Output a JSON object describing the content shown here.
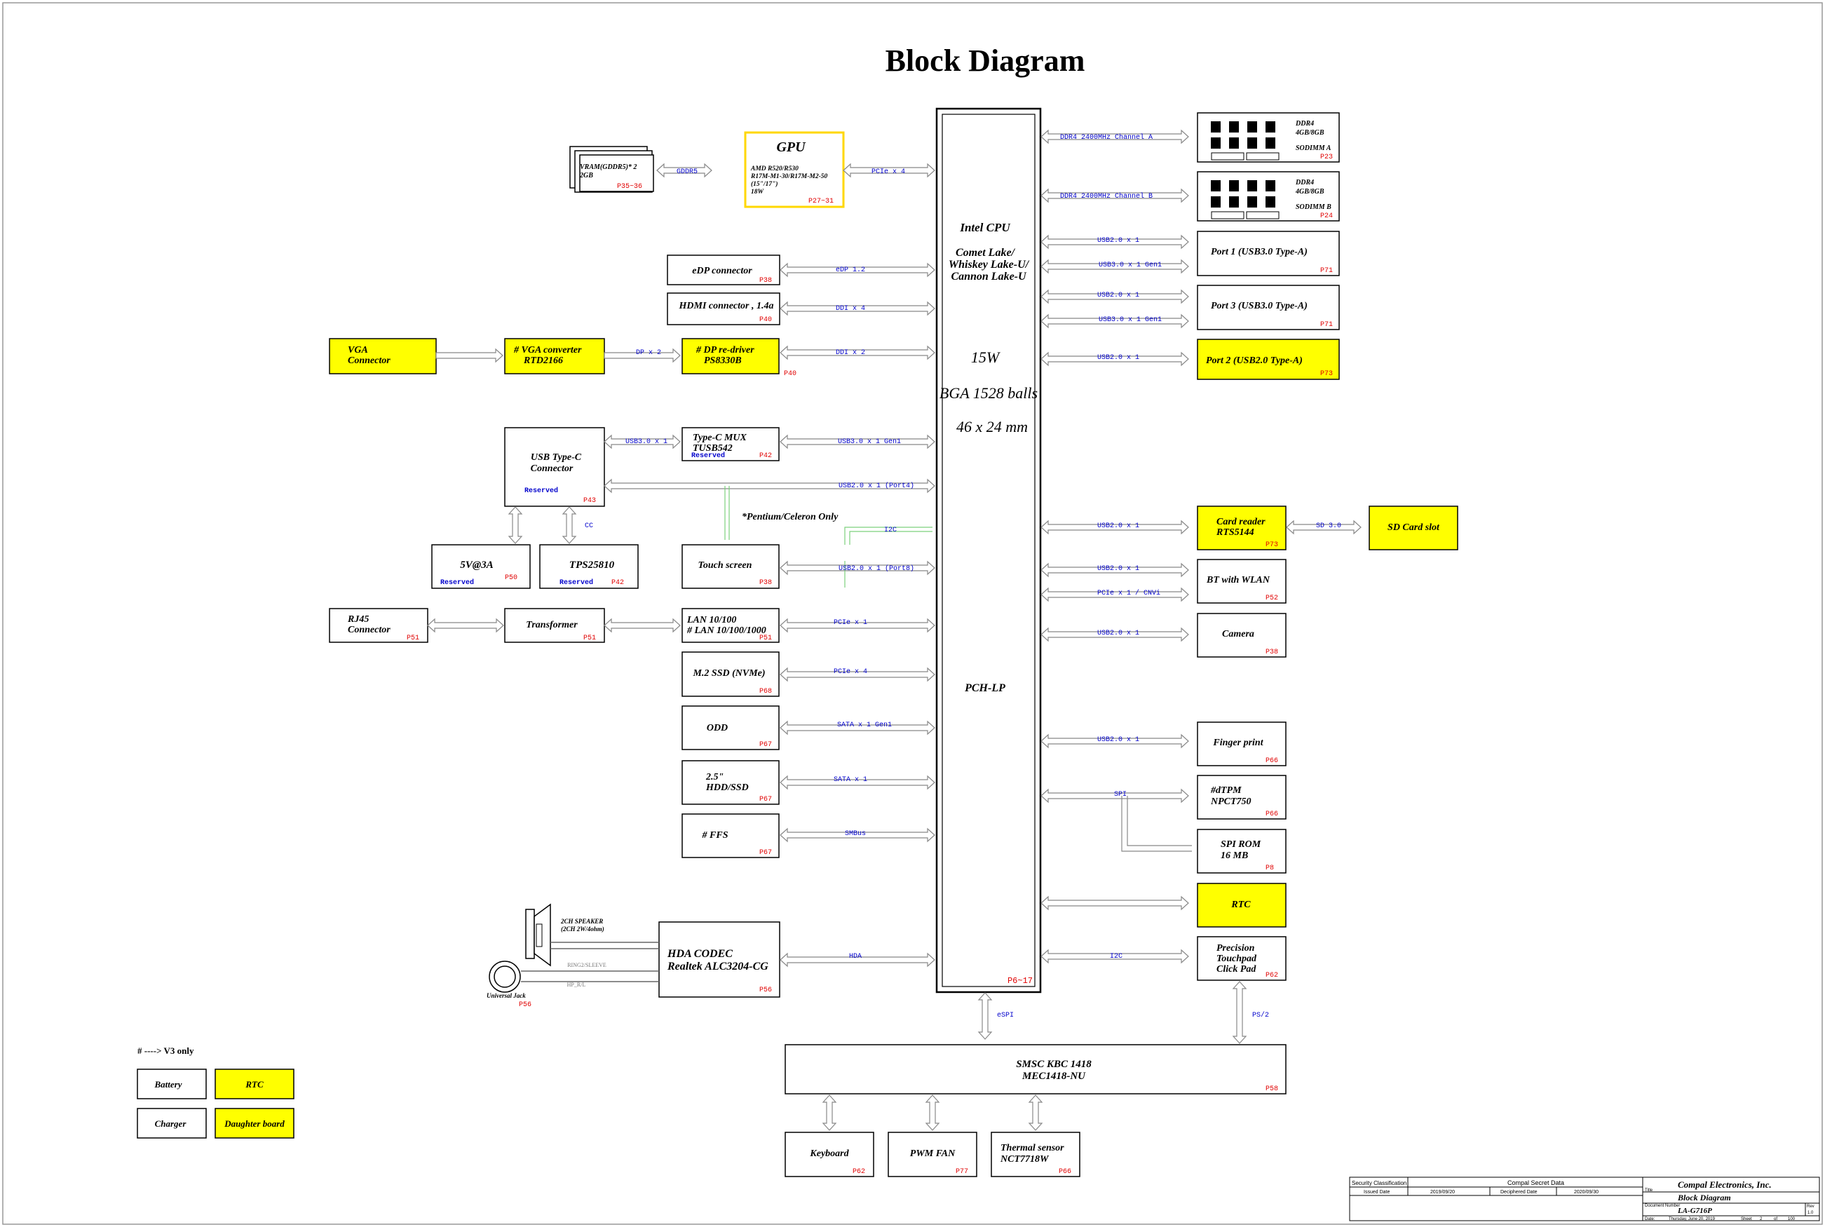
{
  "title": "Block Diagram",
  "cpu": {
    "name": "Intel CPU",
    "families": [
      "Comet Lake/",
      "Whiskey Lake-U/",
      "Cannon Lake-U"
    ],
    "tdp": "15W",
    "package": "BGA 1528 balls",
    "size": "46 x 24 mm",
    "pch": "PCH-LP",
    "page": "P6~17"
  },
  "gpu": {
    "title": "GPU",
    "lines": [
      "AMD R520/R530",
      "R17M-M1-30/R17M-M2-50",
      "(15\"/17\")",
      "18W"
    ],
    "page": "P27~31"
  },
  "vram": {
    "lines": [
      "VRAM(GDDR5)* 2",
      "2GB"
    ],
    "page": "P35~36"
  },
  "blocks": {
    "edp": {
      "label": "eDP connector",
      "page": "P38"
    },
    "hdmi": {
      "label": "HDMI connector , 1.4a",
      "page": "P40"
    },
    "vga_conn": {
      "lines": [
        "VGA",
        "Connector"
      ]
    },
    "vga_conv": {
      "lines": [
        "# VGA converter",
        "RTD2166"
      ]
    },
    "dp_redriver": {
      "lines": [
        "# DP re-driver",
        "PS8330B"
      ],
      "page": "P40"
    },
    "usbc": {
      "lines": [
        "USB Type-C",
        "Connector"
      ],
      "reserved": "Reserved",
      "page": "P43"
    },
    "typec_mux": {
      "lines": [
        "Type-C MUX",
        "TUSB542"
      ],
      "reserved": "Reserved",
      "page": "P42"
    },
    "pwr5v": {
      "label": "5V@3A",
      "reserved": "Reserved",
      "page": "P50"
    },
    "tps": {
      "label": "TPS25810",
      "reserved": "Reserved",
      "page": "P42"
    },
    "touch": {
      "label": "Touch screen",
      "page": "P38"
    },
    "rj45": {
      "lines": [
        "RJ45",
        "Connector"
      ],
      "page": "P51"
    },
    "transformer": {
      "label": "Transformer",
      "page": "P51"
    },
    "lan": {
      "lines": [
        "LAN 10/100",
        "# LAN 10/100/1000"
      ],
      "page": "P51"
    },
    "m2": {
      "label": "M.2 SSD (NVMe)",
      "page": "P68"
    },
    "odd": {
      "label": "ODD",
      "page": "P67"
    },
    "hdd": {
      "lines": [
        "2.5\"",
        "HDD/SSD"
      ],
      "page": "P67"
    },
    "ffs": {
      "label": "# FFS",
      "page": "P67"
    },
    "codec": {
      "lines": [
        "HDA CODEC",
        "Realtek ALC3204-CG"
      ],
      "page": "P56"
    },
    "speaker": {
      "lines": [
        "2CH SPEAKER",
        "(2CH 2W/4ohm)"
      ]
    },
    "jack": {
      "label": "Universal Jack",
      "page": "P56"
    },
    "ddr_a": {
      "lines": [
        "DDR4",
        "4GB/8GB"
      ],
      "slot": "SODIMM A",
      "page": "P23"
    },
    "ddr_b": {
      "lines": [
        "DDR4",
        "4GB/8GB"
      ],
      "slot": "SODIMM B",
      "page": "P24"
    },
    "port1": {
      "label": "Port 1 (USB3.0 Type-A)",
      "page": "P71"
    },
    "port3": {
      "label": "Port 3 (USB3.0 Type-A)",
      "page": "P71"
    },
    "port2": {
      "label": "Port 2 (USB2.0 Type-A)",
      "page": "P73"
    },
    "cardreader": {
      "lines": [
        "Card reader",
        "RTS5144"
      ],
      "page": "P73"
    },
    "sdslot": {
      "label": "SD Card slot"
    },
    "bt": {
      "label": "BT with WLAN",
      "page": "P52"
    },
    "camera": {
      "label": "Camera",
      "page": "P38"
    },
    "finger": {
      "label": "Finger print",
      "page": "P66"
    },
    "dtpm": {
      "lines": [
        "#dTPM",
        "NPCT750"
      ],
      "page": "P66"
    },
    "spirom": {
      "lines": [
        "SPI ROM",
        "16 MB"
      ],
      "page": "P8"
    },
    "rtc": {
      "label": "RTC"
    },
    "touchpad": {
      "lines": [
        "Precision",
        "Touchpad",
        "Click Pad"
      ],
      "page": "P62"
    },
    "kbc": {
      "lines": [
        "SMSC KBC 1418",
        "MEC1418-NU"
      ],
      "page": "P58"
    },
    "keyboard": {
      "label": "Keyboard",
      "page": "P62"
    },
    "fan": {
      "label": "PWM FAN",
      "page": "P77"
    },
    "thermal": {
      "lines": [
        "Thermal sensor",
        "NCT7718W"
      ],
      "page": "P66"
    }
  },
  "buses": {
    "gddr5": "GDDR5",
    "pcie4_gpu": "PCIe x 4",
    "edp": "eDP 1.2",
    "ddi_hdmi": "DDI x 4",
    "dp2": "DP x 2",
    "ddi_dp": "DDI x 2",
    "usb30_mux": "USB3.0 x 1",
    "usb30_gen1": "USB3.0 x 1 Gen1",
    "usb20_port4": "USB2.0 x 1 (Port4)",
    "cc": "CC",
    "i2c_touch": "I2C",
    "usb20_port8": "USB2.0 x 1 (Port8)",
    "pcie1_lan": "PCIe x 1",
    "pcie4_m2": "PCIe x 4",
    "sata_odd": "SATA x 1 Gen1",
    "sata_hdd": "SATA x 1",
    "smbus": "SMBus",
    "hda": "HDA",
    "ringsleeve": "RING2/SLEEVE",
    "hplr": "HP_R/L",
    "ddr_a": "DDR4 2400MHz Channel A",
    "ddr_b": "DDR4 2400MHz Channel B",
    "p1_usb2": "USB2.0 x 1",
    "p1_usb3": "USB3.0 x 1 Gen1",
    "p3_usb2": "USB2.0 x 1",
    "p3_usb3": "USB3.0 x 1 Gen1",
    "p2_usb2": "USB2.0 x 1",
    "card_usb2": "USB2.0 x 1",
    "sd30": "SD 3.0",
    "bt_usb2": "USB2.0 x 1",
    "bt_pcie": "PCIe x 1 / CNVi",
    "cam_usb2": "USB2.0 x 1",
    "fp_usb2": "USB2.0 x 1",
    "spi": "SPI",
    "i2c_tp": "I2C",
    "espi": "eSPI",
    "ps2": "PS/2"
  },
  "notes": {
    "pentium": "*Pentium/Celeron Only",
    "v3only": "# ----> V3 only"
  },
  "legend": [
    {
      "label": "Battery",
      "color": "#ffffff"
    },
    {
      "label": "RTC",
      "color": "#ffff00"
    },
    {
      "label": "Charger",
      "color": "#ffffff"
    },
    {
      "label": "Daughter board",
      "color": "#ffff00"
    }
  ],
  "titleblock": {
    "security_label": "Security Classification",
    "security_value": "Compal Secret Data",
    "issued_label": "Issued Date",
    "issued_value": "2019/09/20",
    "deciphered_label": "Deciphered Date",
    "deciphered_value": "2020/09/30",
    "company": "Compal Electronics, Inc.",
    "title_label": "Title",
    "doc_title": "Block Diagram",
    "docnum_label": "Document Number",
    "docnum": "LA-G716P",
    "rev_label": "Rev",
    "rev": "1.0",
    "date_label": "Date:",
    "date_value": "Thursday, June 20, 2019",
    "sheet_label": "Sheet",
    "sheet": "2",
    "of_label": "of",
    "sheet_total": "100"
  },
  "colors": {
    "highlight": "#ffff00",
    "bus": "#0000cc",
    "page": "#e00000",
    "gpu_border": "#ffd700"
  }
}
